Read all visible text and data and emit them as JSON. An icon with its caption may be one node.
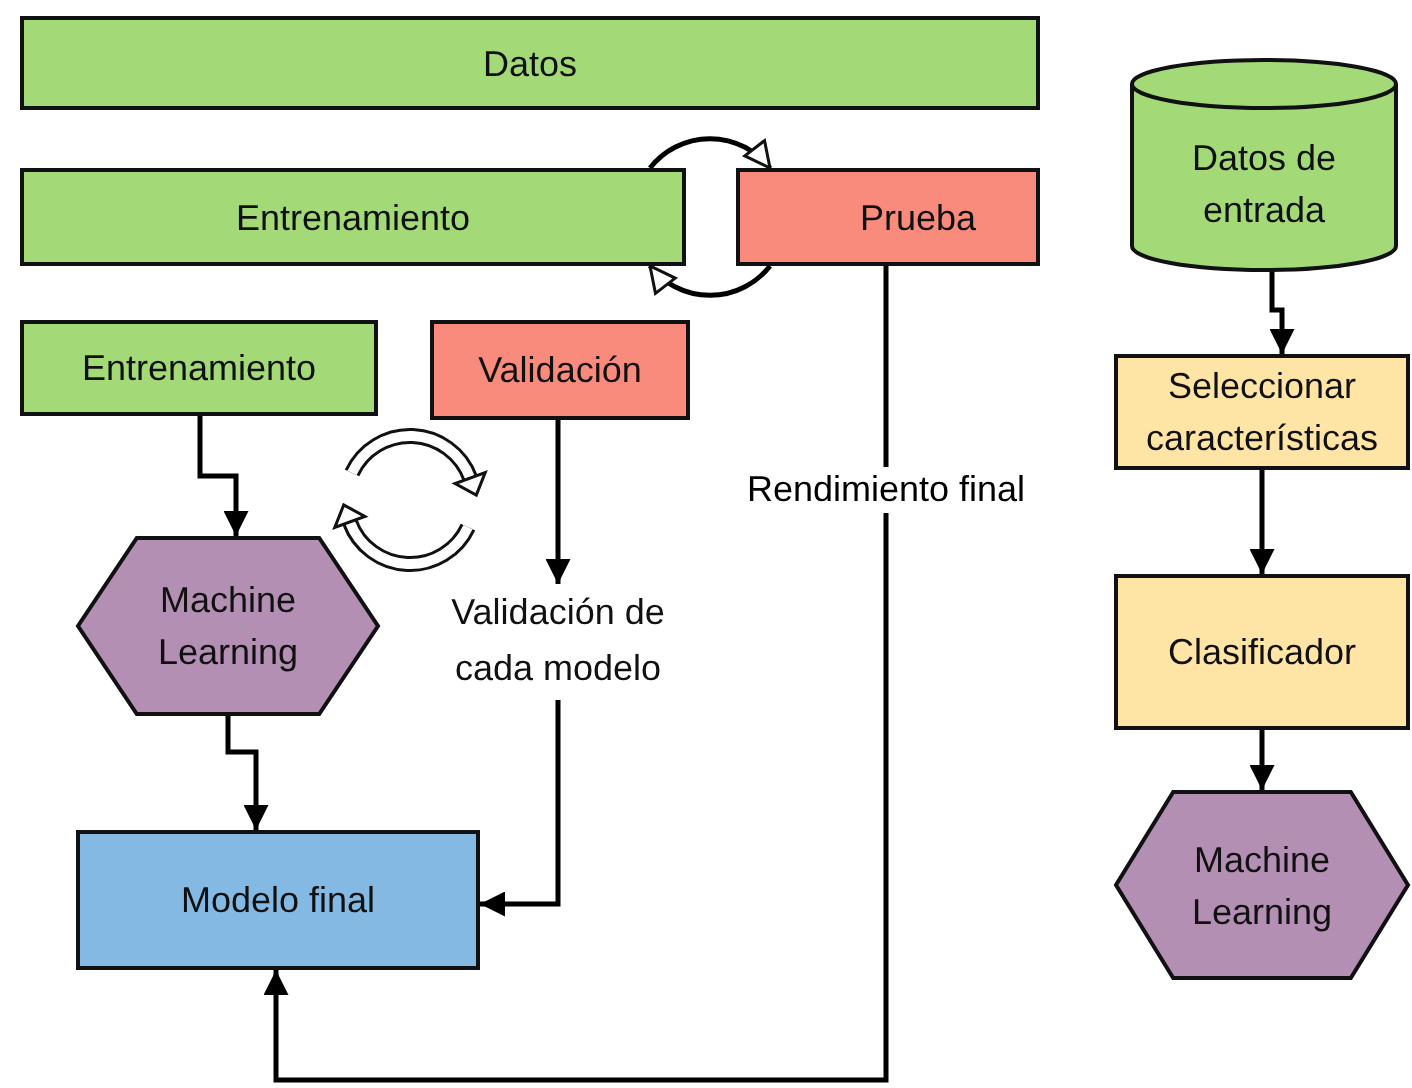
{
  "diagram": {
    "nodes": [
      {
        "text": [
          "Datos"
        ]
      },
      {
        "text": [
          "Entrenamiento"
        ]
      },
      {
        "text": [
          "Prueba"
        ]
      },
      {
        "text": [
          "Entrenamiento"
        ]
      },
      {
        "text": [
          "Validación"
        ]
      },
      {
        "text": [
          "Machine Learning"
        ]
      },
      {
        "text": [
          "Validación de cada modelo"
        ]
      },
      {
        "text": [
          "Modelo final"
        ]
      },
      {
        "text": [
          "Datos de entrada"
        ]
      },
      {
        "text": [
          "Seleccionar características"
        ]
      },
      {
        "text": [
          "Clasificador"
        ]
      },
      {
        "text": [
          "Machine Learning"
        ]
      }
    ],
    "edges": [
      {
        "from": 3,
        "to": 5,
        "arrow": "to"
      },
      {
        "from": 5,
        "to": 7,
        "arrow": "to"
      },
      {
        "from": 4,
        "to": 6,
        "arrow": "to"
      },
      {
        "from": 6,
        "to": 7,
        "arrow": "to"
      },
      {
        "from": 2,
        "to": 7,
        "arrow": "to",
        "label": "Rendimiento final"
      },
      {
        "from": 8,
        "to": 9,
        "arrow": "to"
      },
      {
        "from": 9,
        "to": 10,
        "arrow": "to"
      },
      {
        "from": 10,
        "to": 11,
        "arrow": "to"
      },
      {
        "from": 1,
        "to": 2,
        "arrow": "to"
      },
      {
        "from": 2,
        "to": 1,
        "arrow": "to"
      }
    ]
  }
}
